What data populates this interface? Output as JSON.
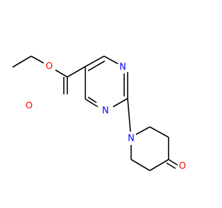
{
  "molecule": {
    "atoms": {
      "o_ether": "O",
      "o_carbonyl": "O",
      "n_pyrimidine_top": "N",
      "n_pyrimidine_bottom": "N",
      "n_piperidine": "N",
      "o_ketone": "O"
    },
    "colors": {
      "bond": "#000000",
      "oxygen": "#ff0000",
      "nitrogen": "#0000ff"
    }
  }
}
